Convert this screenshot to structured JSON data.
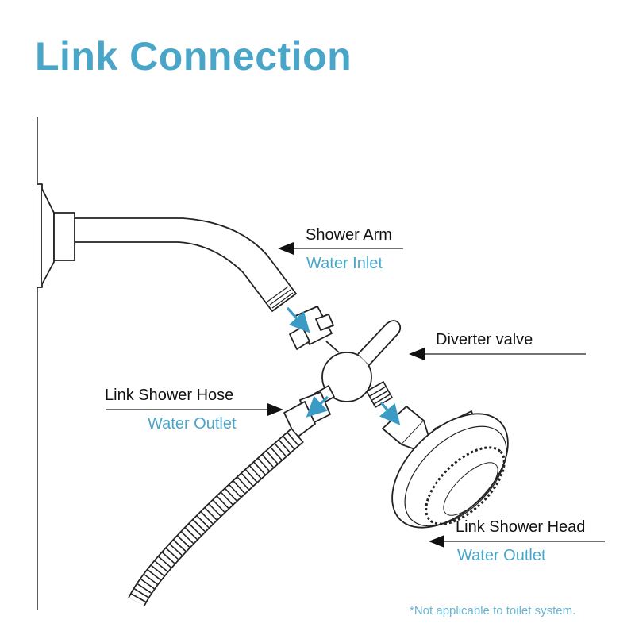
{
  "title": "Link Connection",
  "callouts": {
    "shower_arm": {
      "label": "Shower Arm",
      "sublabel": "Water Inlet"
    },
    "diverter_valve": {
      "label": "Diverter valve"
    },
    "shower_hose": {
      "label": "Link Shower Hose",
      "sublabel": "Water Outlet"
    },
    "shower_head": {
      "label": "Link Shower Head",
      "sublabel": "Water Outlet"
    }
  },
  "footnote": "*Not applicable to toilet system.",
  "colors": {
    "accent": "#4aa6c8",
    "line": "#222222",
    "flow_arrow": "#3b9bc4"
  }
}
